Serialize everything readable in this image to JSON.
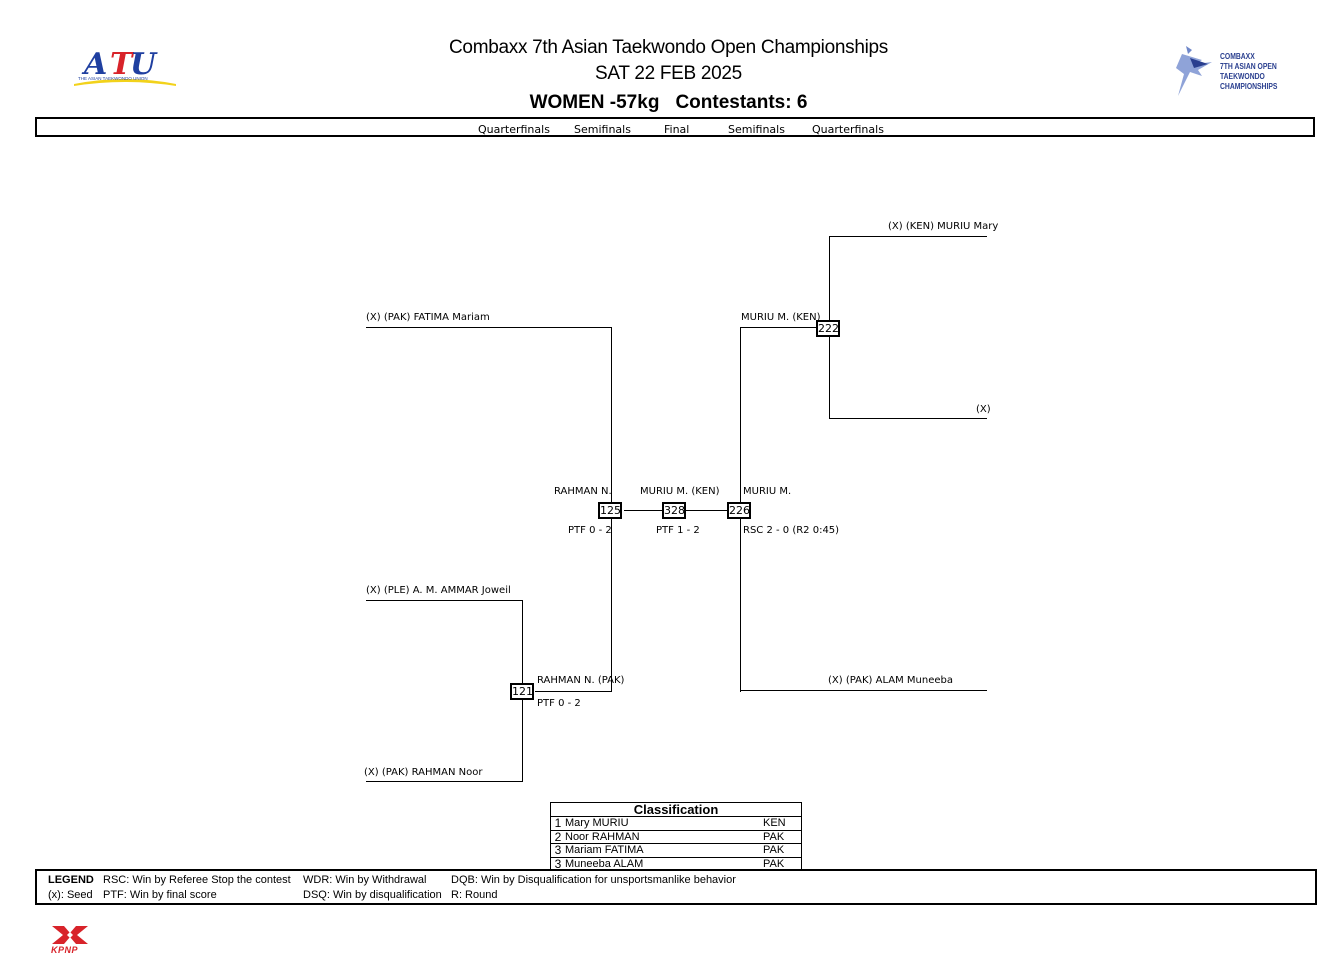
{
  "header": {
    "left_logo": {
      "text": "ATU",
      "subtext": "THE ASIAN TAEKWONDO UNION"
    },
    "title": "Combaxx 7th Asian Taekwondo Open Championships",
    "date": "SAT 22 FEB 2025",
    "category": "WOMEN -57kg",
    "contestants": "Contestants: 6",
    "right_logo": {
      "line1": "COMBAXX",
      "line2": "7TH ASIAN OPEN",
      "line3": "TAEKWONDO",
      "line4": "CHAMPIONSHIPS"
    }
  },
  "rounds": [
    "Quarterfinals",
    "Semifinals",
    "Final",
    "Semifinals",
    "Quarterfinals"
  ],
  "bracket": {
    "left": {
      "p1": "(X) (PAK) FATIMA Mariam",
      "p2": "(X) (PLE) A. M. AMMAR Joweil",
      "p3": "(X) (PAK) RAHMAN Noor",
      "m121": {
        "num": "121",
        "winner": "RAHMAN N. (PAK)",
        "result": "PTF 0 - 2"
      },
      "m125": {
        "num": "125",
        "winner": "RAHMAN N.",
        "result": "PTF 0 - 2"
      }
    },
    "final": {
      "num": "328",
      "winner": "MURIU M. (KEN)",
      "result": "PTF 1 - 2"
    },
    "right": {
      "p1": "(X) (KEN) MURIU Mary",
      "p2": "(X)",
      "p3": "(X) (PAK) ALAM Muneeba",
      "m222": {
        "num": "222",
        "winner": "MURIU M. (KEN)"
      },
      "m226": {
        "num": "226",
        "winner": "MURIU M.",
        "result": "RSC 2 - 0 (R2 0:45)"
      }
    }
  },
  "classification": {
    "title": "Classification",
    "rows": [
      {
        "rank": "1",
        "name": "Mary MURIU",
        "nat": "KEN"
      },
      {
        "rank": "2",
        "name": "Noor RAHMAN",
        "nat": "PAK"
      },
      {
        "rank": "3",
        "name": "Mariam FATIMA",
        "nat": "PAK"
      },
      {
        "rank": "3",
        "name": "Muneeba ALAM",
        "nat": "PAK"
      }
    ]
  },
  "legend": {
    "label": "LEGEND",
    "seed": "(x): Seed",
    "rsc": "RSC: Win by Referee Stop the contest",
    "ptf": "PTF: Win by final score",
    "wdr": "WDR: Win by Withdrawal",
    "dsq": "DSQ: Win by disqualification",
    "dqb": "DQB: Win by Disqualification for unsportsmanlike behavior",
    "r": "R: Round"
  },
  "footer_logo": {
    "text": "KPNP"
  },
  "colors": {
    "atu_blue": "#1f3fa0",
    "atu_red": "#d8232a",
    "atu_yellow": "#f2d21b",
    "combaxx_blue": "#2a3f8f",
    "kpnp_red": "#d8232a"
  }
}
